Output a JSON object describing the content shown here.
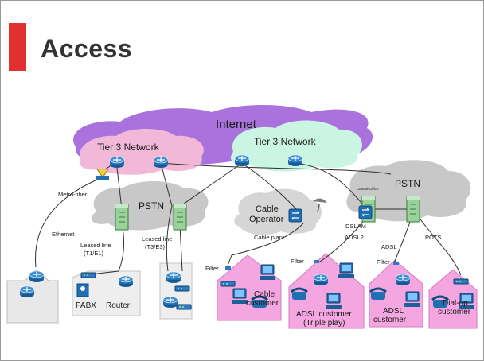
{
  "slide": {
    "title": "Access"
  },
  "colors": {
    "accent": "#e2302f",
    "internet_cloud": "#9b59d6",
    "tier3_left": "#f2b8d8",
    "tier3_right": "#c9f5e2",
    "pstn_cloud": "#c8c8c8",
    "customer_premises": "#f4a6e0",
    "device_blue": "#1f6fb2"
  },
  "clouds": {
    "internet": "Internet",
    "tier3_left": "Tier 3 Network",
    "tier3_right": "Tier 3 Network",
    "pstn_left": "PSTN",
    "pstn_right": "PSTN",
    "cable_operator_line1": "Cable",
    "cable_operator_line2": "Operator"
  },
  "labels": {
    "central_office": "Central Office",
    "metro_fiber": "Metro-fiber",
    "ethernet": "Ethernet",
    "leased_line_t1_line1": "Leased line",
    "leased_line_t1_line2": "(T1/E1)",
    "leased_line_t3_line1": "Leased line",
    "leased_line_t3_line2": "(T3/E3)",
    "cable_plant": "Cable plant",
    "dslam": "DSLAM",
    "adsl2": "ADSL2",
    "adsl": "ADSL",
    "pots": "POTS",
    "filter_cable": "Filter",
    "filter_adsl2": "Filter",
    "filter_adsl": "Filter",
    "pabx": "PABX",
    "router": "Router"
  },
  "customers": {
    "cable_line1": "Cable",
    "cable_line2": "customer",
    "adsl_triple_line1": "ADSL customer",
    "adsl_triple_line2": "(Triple play)",
    "adsl_line1": "ADSL",
    "adsl_line2": "customer",
    "dialup_line1": "Dial-up",
    "dialup_line2": "customer"
  }
}
